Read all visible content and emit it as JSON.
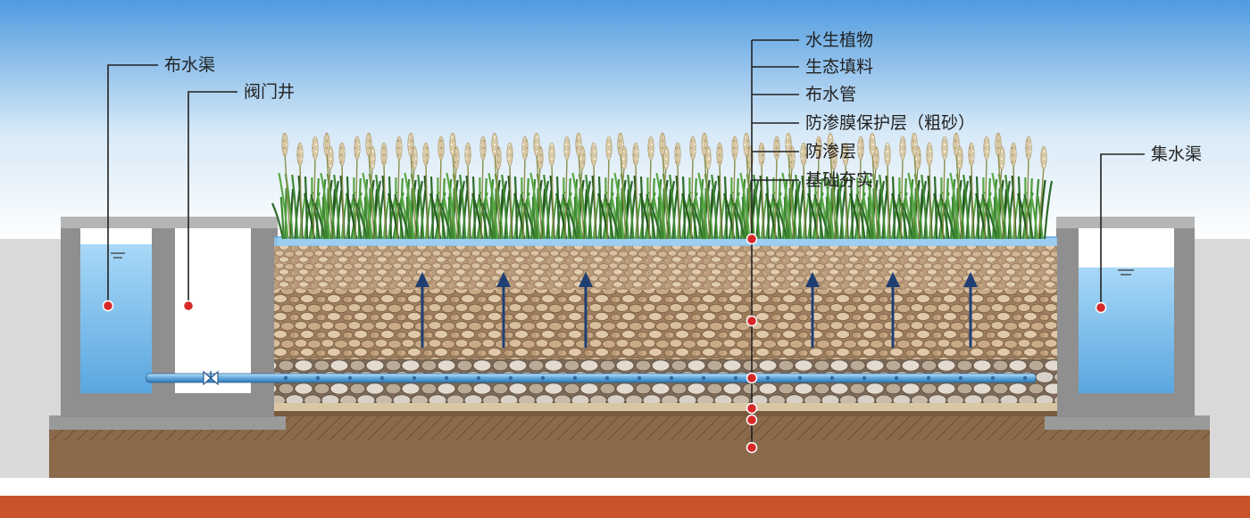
{
  "labels": {
    "distribution_channel": "布水渠",
    "valve_well": "阀门井",
    "aquatic_plants": "水生植物",
    "eco_filler": "生态填料",
    "distribution_pipe": "布水管",
    "membrane_protection": "防渗膜保护层（粗砂）",
    "seepage_layer": "防渗层",
    "foundation": "基础夯实",
    "collection_channel": "集水渠"
  },
  "colors": {
    "sky_top": "#4f9be0",
    "sky_bottom": "#ffffff",
    "water": "#7fc2ef",
    "concrete": "#8c8c8c",
    "gravel": "#c9a57d",
    "soil": "#8a6a4a",
    "marker": "#d62828",
    "arrow": "#1f3f73",
    "base_stripe": "#c8542a"
  }
}
